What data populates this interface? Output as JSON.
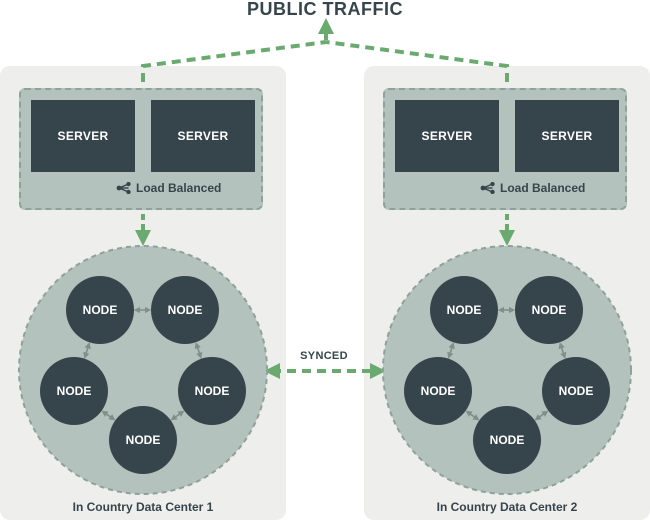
{
  "title": "PUBLIC TRAFFIC",
  "synced_label": "SYNCED",
  "data_centers": [
    {
      "label": "In Country Data Center 1",
      "servers": [
        "SERVER",
        "SERVER"
      ],
      "load_balancer_label": "Load Balanced",
      "nodes": [
        "NODE",
        "NODE",
        "NODE",
        "NODE",
        "NODE"
      ]
    },
    {
      "label": "In Country Data Center 2",
      "servers": [
        "SERVER",
        "SERVER"
      ],
      "load_balancer_label": "Load Balanced",
      "nodes": [
        "NODE",
        "NODE",
        "NODE",
        "NODE",
        "NODE"
      ]
    }
  ],
  "colors": {
    "dark": "#36454b",
    "green_arrow": "#6aaa6f",
    "panel": "#eeeeed",
    "cluster_fill": "#b4c2bd"
  }
}
